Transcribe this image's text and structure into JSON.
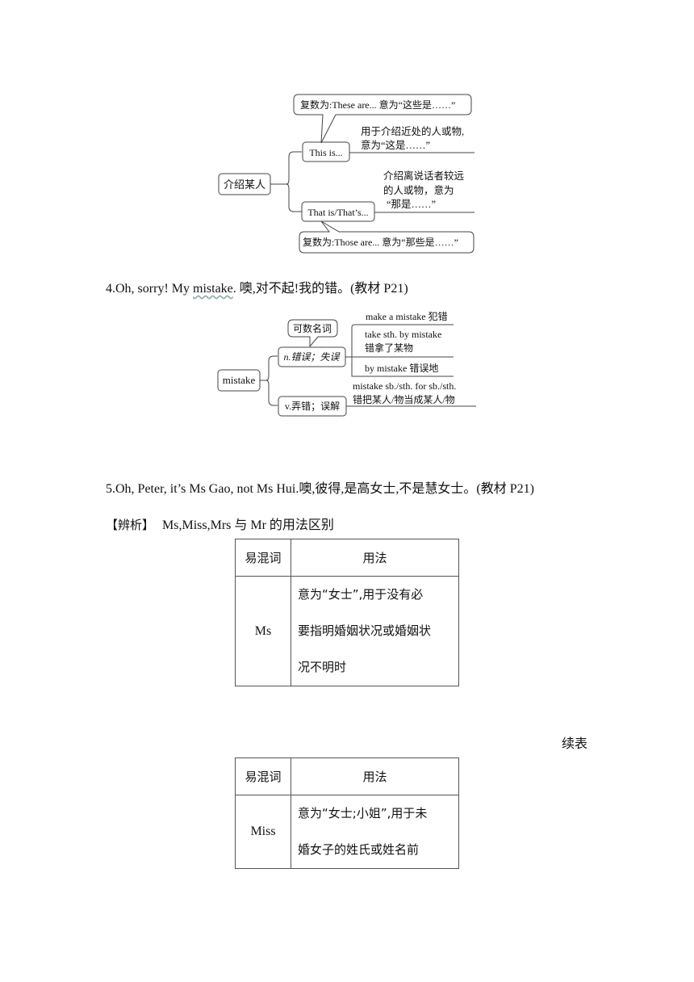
{
  "diagram1": {
    "root": "介绍某人",
    "this_is": "This is...",
    "this_plural": "复数为:These are... 意为“这些是……”",
    "this_note_1": "用于介绍近处的人或物,",
    "this_note_2": "意为“这是……”",
    "that_is": "That is/That’s...",
    "that_note_1": "介绍离说话者较远",
    "that_note_2": "的人或物，意为",
    "that_note_3": "“那是……”",
    "that_plural": "复数为:Those are... 意为“那些是……”"
  },
  "item4": {
    "text_before": "4.Oh, sorry! My ",
    "underlined": "mistake",
    "text_after": ".  噢,对不起!我的错。(教材 P21)"
  },
  "diagram2": {
    "root": "mistake",
    "countable": "可数名词",
    "noun": "n.错误；失误",
    "verb": "v.弄错；误解",
    "p1": "make a mistake 犯错",
    "p2a": "take sth. by mistake",
    "p2b": "错拿了某物",
    "p3": "by mistake 错误地",
    "p4a": "mistake sb./sth. for sb./sth.",
    "p4b": "错把某人/物当成某人/物"
  },
  "item5": "5.Oh, Peter, it’s Ms Gao, not Ms Hui.噢,彼得,是高女士,不是慧女士。(教材 P21)",
  "analysis": {
    "bracket": "【辨析】",
    "text": "Ms,Miss,Mrs 与 Mr 的用法区别"
  },
  "table1": {
    "header": [
      "易混词",
      "用法"
    ],
    "word": "Ms",
    "usage_lines": [
      "意为“女士”,用于没有必",
      "要指明婚姻状况或婚姻状",
      "况不明时"
    ]
  },
  "continued": "续表",
  "table2": {
    "header": [
      "易混词",
      "用法"
    ],
    "word": "Miss",
    "usage_lines": [
      "意为“女士;小姐”,用于未",
      "婚女子的姓氏或姓名前"
    ]
  }
}
